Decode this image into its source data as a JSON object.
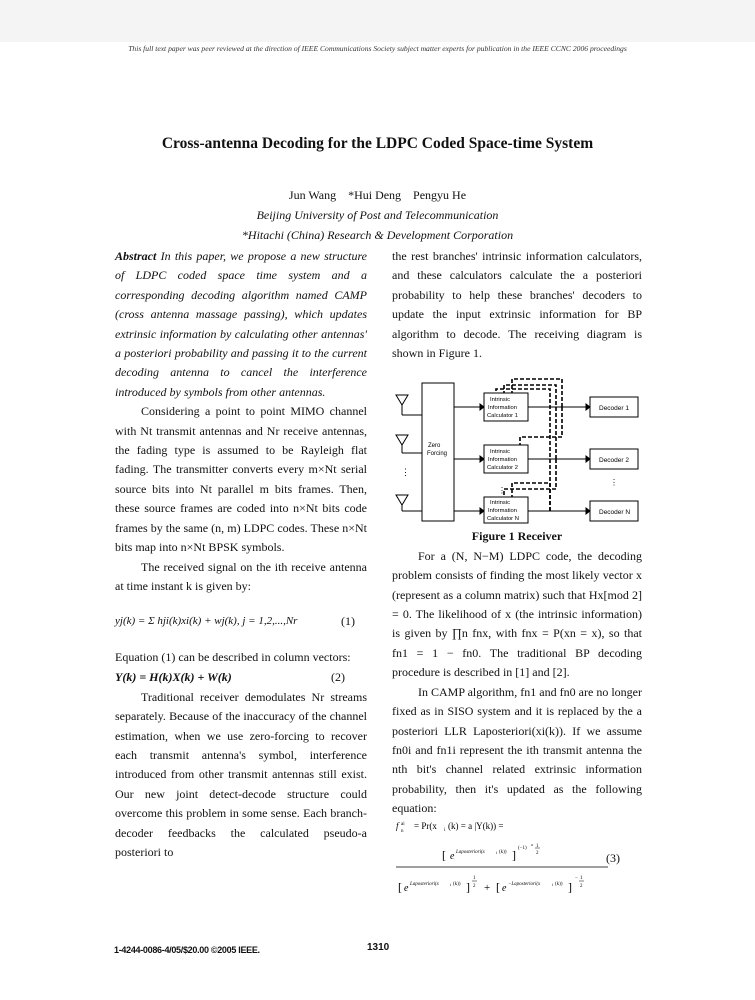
{
  "header_note": "This full text paper was peer reviewed at the direction of IEEE Communications Society subject matter experts for publication in the IEEE CCNC 2006 proceedings",
  "title": "Cross-antenna Decoding for the LDPC Coded Space-time System",
  "authors": "Jun Wang    *Hui Deng    Pengyu He",
  "affiliation1": "Beijing University of Post and Telecommunication",
  "affiliation2": "*Hitachi (China) Research & Development Corporation",
  "abstract_label": "Abstract",
  "abstract_text": " In this paper, we propose a new structure of LDPC coded space time system and a corresponding decoding algorithm named CAMP (cross antenna massage passing), which updates extrinsic information by calculating other antennas' a posteriori probability and passing it to the current decoding antenna to cancel the interference introduced by symbols from other antennas.",
  "left_p1": "Considering a point to point MIMO channel with Nt transmit antennas and Nr receive antennas, the fading type is assumed to be Rayleigh flat fading. The transmitter converts every m×Nt serial source bits into Nt parallel m bits frames. Then, these source frames are coded into n×Nt bits code frames by the same (n, m) LDPC codes. These n×Nt bits map into n×Nt BPSK symbols.",
  "left_p2": "The received signal on the ith receive antenna at time instant k is given by:",
  "eq1": "yj(k) = Σ hji(k)xi(k) + wj(k),  j = 1,2,...,Nr",
  "eq1_num": "(1)",
  "left_p3": "Equation (1) can be described in column vectors:",
  "eq2": "Y(k) = H(k)X(k) + W(k)",
  "eq2_num": "(2)",
  "left_p4": "Traditional receiver demodulates Nr streams separately. Because of the inaccuracy of the channel estimation, when we use zero-forcing to recover each transmit antenna's symbol, interference introduced from other transmit antennas still exist. Our new joint detect-decode structure could overcome this problem in some sense. Each branch-decoder feedbacks the calculated pseudo-a posteriori to",
  "right_p1": "the rest branches' intrinsic information calculators, and these calculators calculate the a posteriori probability to help these branches' decoders to update the input extrinsic information for BP algorithm to decode. The receiving diagram is shown in Figure 1.",
  "figure": {
    "zero_forcing": [
      "Zero",
      "Forcing"
    ],
    "calc1": [
      "Intrinsic",
      "Information",
      "Calculator 1"
    ],
    "calc2": [
      "Intrinsic",
      "Information",
      "Calculator 2"
    ],
    "calcN": [
      "Intrinsic",
      "Information",
      "Calculator N"
    ],
    "dec1": "Decoder 1",
    "dec2": "Decoder 2",
    "decN": "Decoder N",
    "dots": "⋮"
  },
  "fig_caption": "Figure 1 Receiver",
  "right_p2": "For a (N, N−M) LDPC code, the decoding problem consists of finding the most likely vector x (represent as a column matrix) such that Hx[mod 2] = 0. The likelihood of x (the intrinsic information) is given by ∏n fnx, with fnx = P(xn = x), so that fn1 = 1 − fn0. The traditional BP decoding procedure is described in [1] and [2].",
  "right_p3": "In CAMP algorithm, fn1 and fn0 are no longer fixed as in SISO system and it is replaced by the a posteriori LLR Laposteriori(xi(k)). If we assume fn0i and fn1i represent the ith transmit antenna the nth bit's channel related extrinsic information probability, then it's updated as the following equation:",
  "eq3_num": "(3)",
  "footer_left": "1-4244-0086-4/05/$20.00 ©2005 IEEE.",
  "footer_page": "1310"
}
